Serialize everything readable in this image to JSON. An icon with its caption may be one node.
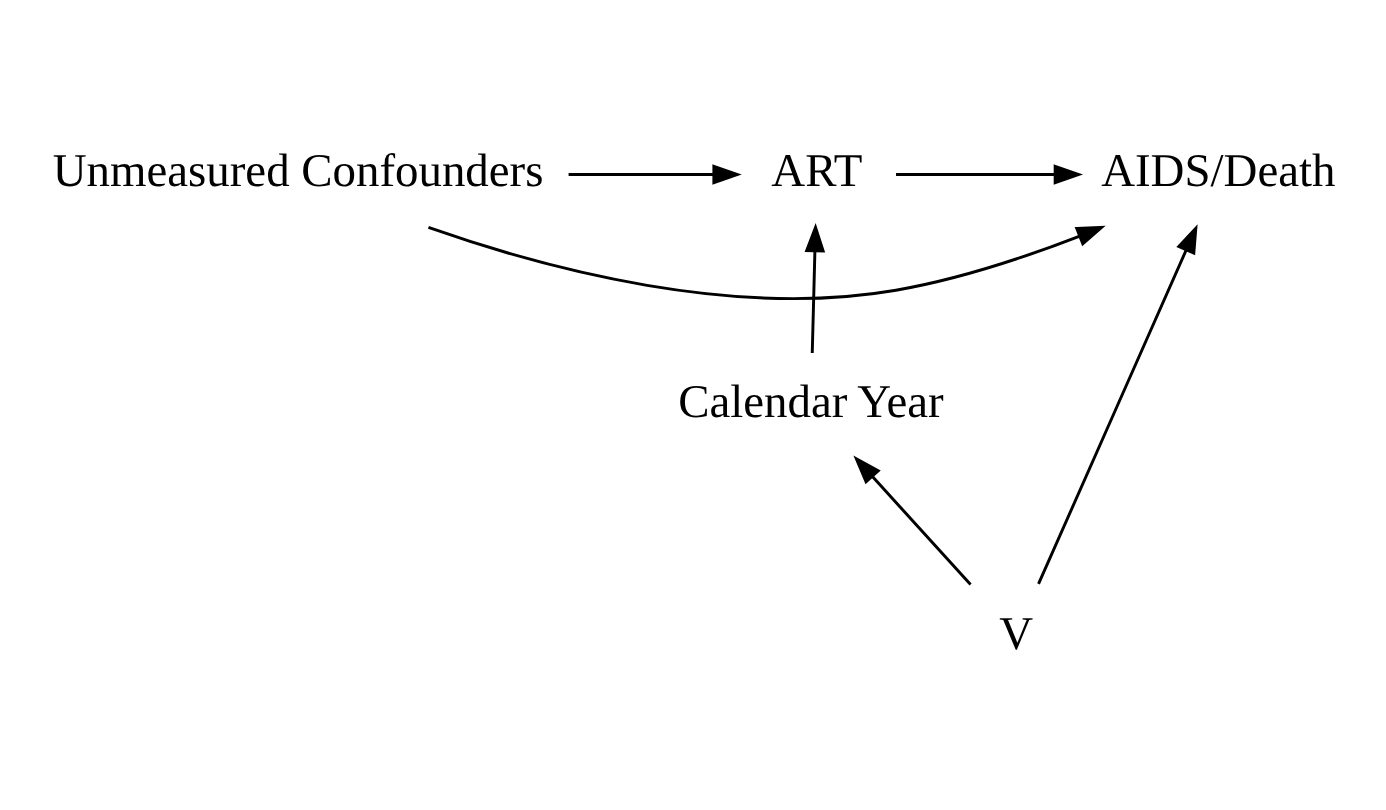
{
  "diagram": {
    "nodes": [
      {
        "text": [
          "Unmeasured Confounders"
        ]
      },
      {
        "text": [
          "ART"
        ]
      },
      {
        "text": [
          "AIDS/Death"
        ]
      },
      {
        "text": [
          "Calendar Year"
        ]
      },
      {
        "text": [
          "V"
        ]
      }
    ],
    "edges": [
      {
        "from": 0,
        "to": 1,
        "arrow": "to"
      },
      {
        "from": 0,
        "to": 2,
        "arrow": "to"
      },
      {
        "from": 1,
        "to": 2,
        "arrow": "to"
      },
      {
        "from": 3,
        "to": 1,
        "arrow": "to"
      },
      {
        "from": 4,
        "to": 3,
        "arrow": "to"
      },
      {
        "from": 4,
        "to": 2,
        "arrow": "to"
      }
    ]
  }
}
